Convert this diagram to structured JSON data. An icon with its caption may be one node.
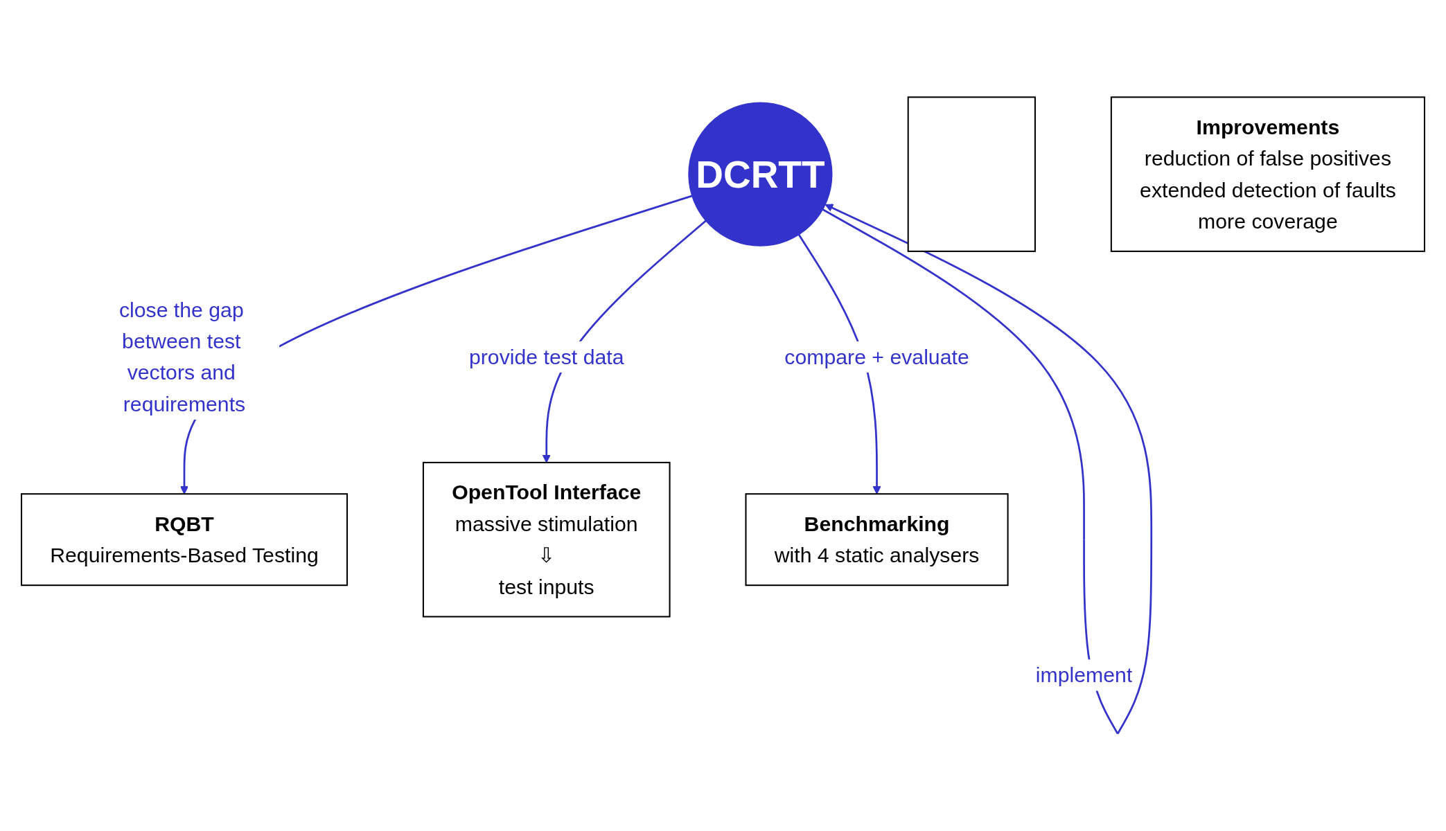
{
  "diagram": {
    "nodes": [
      {
        "text": [
          "RQBT",
          "Requirements-Based Testing"
        ]
      },
      {
        "text": [
          "Improvements",
          "reduction of false positives",
          "extended detection of faults",
          "more coverage"
        ]
      },
      {
        "text": [
          "DCRTT"
        ]
      },
      {
        "text": [
          "OpenTool Interface",
          "massive stimulation",
          "⇩",
          "test inputs"
        ]
      },
      {
        "text": [],
        "shape": "box"
      },
      {
        "text": [
          "Benchmarking",
          "with 4 static analysers"
        ]
      }
    ],
    "edges": [
      {
        "from": 2,
        "to": 0,
        "arrow": "to",
        "label": "close the gap between test vectors and requirements"
      },
      {
        "from": 2,
        "to": 2,
        "arrow": "to",
        "label": "implement"
      },
      {
        "from": 2,
        "to": 3,
        "arrow": "to",
        "label": "provide test data"
      },
      {
        "from": 2,
        "to": 5,
        "arrow": "to",
        "label": "compare + evaluate"
      }
    ]
  }
}
